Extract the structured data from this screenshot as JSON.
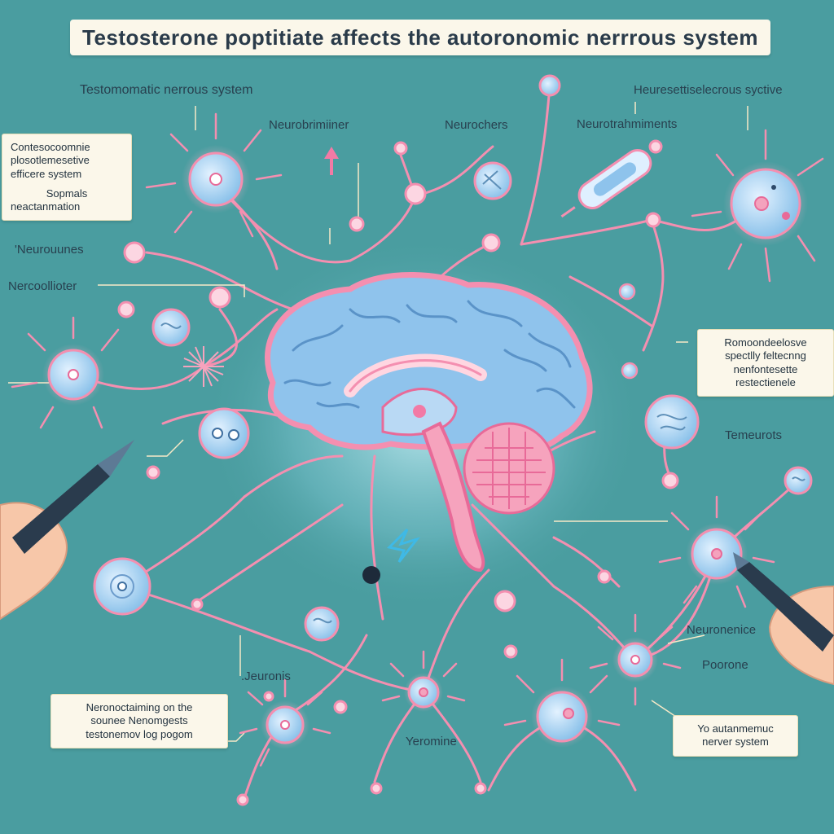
{
  "title": "Testosterone poptitiate affects the autoronomic nerrrous system",
  "labels": {
    "top_left": "Testomomatic nerrous system",
    "neurobrimmer": "Neurobrimiiner",
    "neurochers": "Neurochers",
    "neurotrahmiments": "Neurotrahmiments",
    "heuresettic": "Heuresettiselecrous syctive",
    "neurouunes": "'Neurouunes",
    "nerocollioter": "Nercoollioter",
    "temeurots": "Temeurots",
    "neuronenice": "Neuronenice",
    "poorone": "Poorone",
    "jeuronis": ".Jeuronis",
    "yeromine": "Yeromine"
  },
  "notes": {
    "left_top": [
      "Contesocoomnie",
      "plosotlemesetive",
      "efficere system"
    ],
    "left_mid": [
      "Sopmals",
      "neactanmation"
    ],
    "right_mid": [
      "Romoondeelosve",
      "spectlly feltecnng",
      "nenfontesette",
      "restectienele"
    ],
    "bottom_left": [
      "Neronoctaiming on the",
      "sounee Nenomgests",
      "testonemov log pogom"
    ],
    "bottom_right": [
      "Yo autanmemuc",
      "nerver system"
    ]
  },
  "colors": {
    "background": "#4a9da0",
    "neuron_line": "#f48fb0",
    "cell_fill": "#a9d3f2",
    "brain_fill": "#8fc3ec",
    "cerebellum": "#f6a3bd",
    "note_bg": "#fbf7ea"
  }
}
